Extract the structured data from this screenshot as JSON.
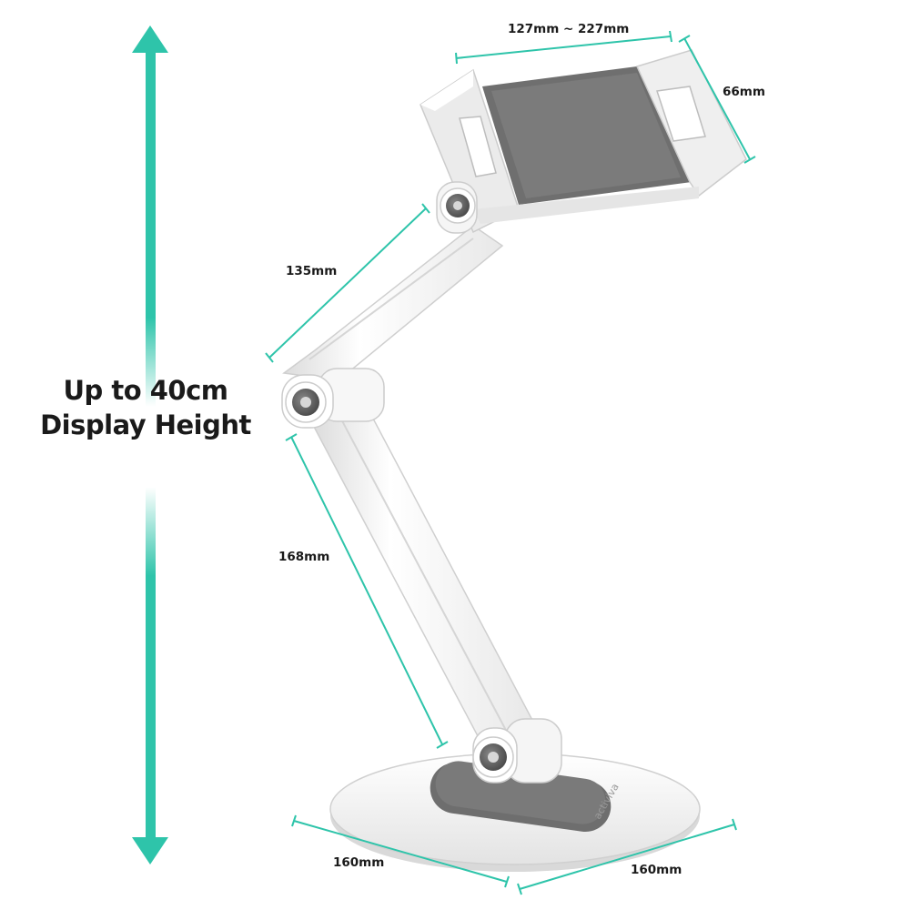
{
  "colors": {
    "accent": "#2ec4aa",
    "stand_white": "#f2f2f2",
    "pad_grey": "#6b6b6b"
  },
  "headline": {
    "line1": "Up to 40cm",
    "line2": "Display Height"
  },
  "dimensions": {
    "holder_width": "127mm ~ 227mm",
    "holder_depth": "66mm",
    "upper_arm": "135mm",
    "lower_arm": "168mm",
    "base_left": "160mm",
    "base_right": "160mm"
  },
  "brand": "activiva"
}
